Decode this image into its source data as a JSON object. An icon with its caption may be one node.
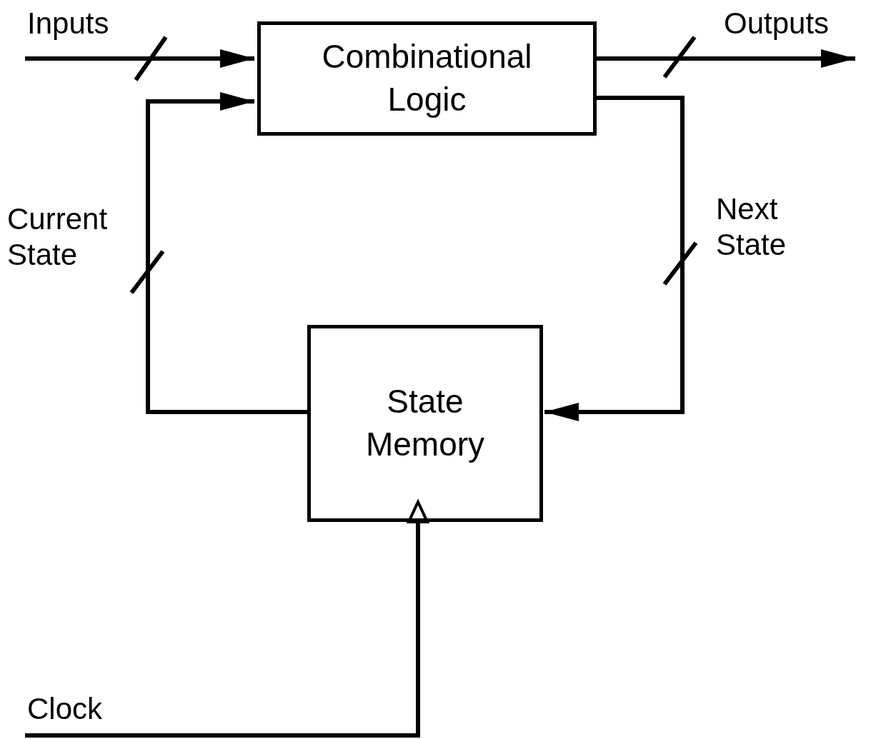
{
  "diagram": {
    "nodes": [
      {
        "text": [
          "Combinational Logic"
        ]
      },
      {
        "text": [
          "State Memory"
        ]
      }
    ],
    "edges": [
      {
        "from": null,
        "to": 0,
        "arrow": "to",
        "label": "Inputs"
      },
      {
        "from": 1,
        "to": 0,
        "arrow": "to",
        "label": "Current State"
      },
      {
        "from": 0,
        "to": null,
        "arrow": "to",
        "label": "Outputs"
      },
      {
        "from": 0,
        "to": 1,
        "arrow": "to",
        "label": "Next State"
      },
      {
        "from": null,
        "to": 1,
        "arrow": "to",
        "label": "Clock"
      }
    ]
  }
}
